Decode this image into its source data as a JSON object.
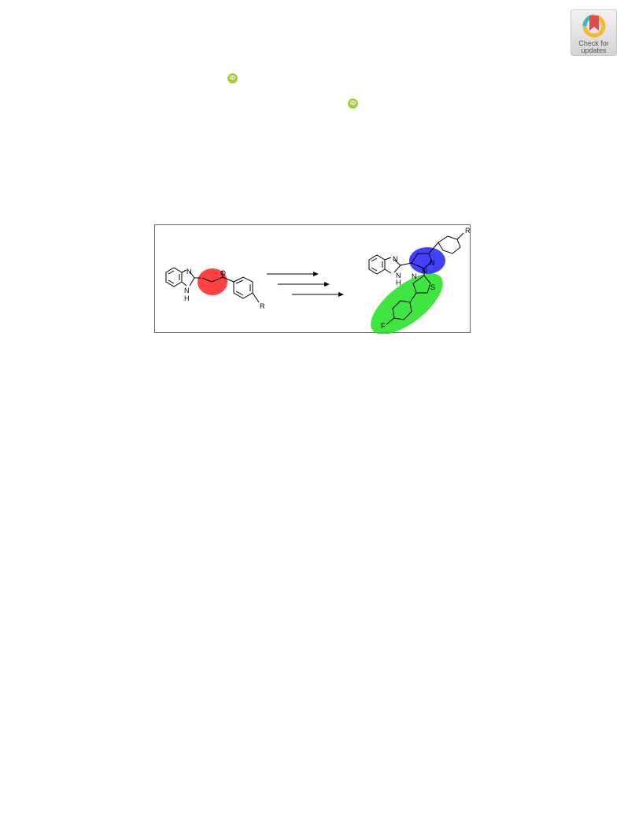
{
  "update_badge": {
    "line1": "Check for",
    "line2": "updates",
    "icon": "crossmark-bookmark-icon"
  },
  "orcid_icons": [
    {
      "label": "iD",
      "color": "#a6ce39"
    },
    {
      "label": "iD",
      "color": "#a6ce39"
    }
  ],
  "scheme": {
    "start_material": {
      "atom_labels": [
        "N",
        "N",
        "H",
        "O",
        "R"
      ]
    },
    "product": {
      "atom_labels": [
        "N",
        "N",
        "H",
        "N",
        "N",
        "R",
        "N",
        "S",
        "F"
      ]
    },
    "highlight_colors": {
      "enone": "#ff2020",
      "pyrazoline": "#2020ff",
      "thiazole_aryl": "#20e020"
    }
  }
}
